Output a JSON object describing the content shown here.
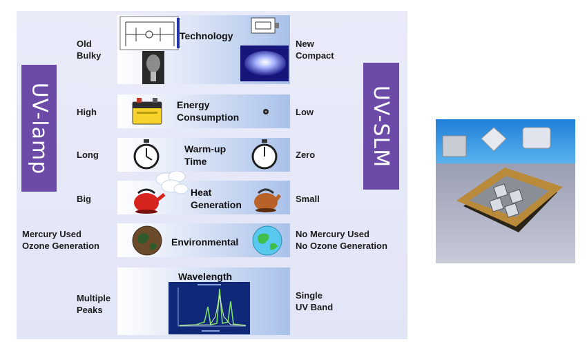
{
  "labels": {
    "left": "UV-lamp",
    "right": "UV-SLM"
  },
  "rows": [
    {
      "title": "Technology",
      "left": "Old\nBulky",
      "right": "New\nCompact",
      "left_icon": "circuit-and-lamp-icon",
      "right_icon": "compact-uv-module-icon"
    },
    {
      "title": "Energy\nConsumption",
      "left": "High",
      "right": "Low",
      "left_icon": "battery-icon",
      "right_icon": "small-dot-icon"
    },
    {
      "title": "Warm-up\nTime",
      "left": "Long",
      "right": "Zero",
      "left_icon": "stopwatch-icon",
      "right_icon": "stopwatch-icon"
    },
    {
      "title": "Heat\nGeneration",
      "left": "Big",
      "right": "Small",
      "left_icon": "red-kettle-steam-icon",
      "right_icon": "brown-kettle-icon"
    },
    {
      "title": "Environmental",
      "left": "Mercury Used\nOzone Generation",
      "right": "No Mercury Used\nNo Ozone Generation",
      "left_icon": "brown-globe-icon",
      "right_icon": "green-globe-icon"
    },
    {
      "title": "Wavelength",
      "left": "Multiple\nPeaks",
      "right": "Single\nUV Band",
      "left_icon": "spectrum-plot-icon",
      "right_icon": ""
    }
  ],
  "colors": {
    "label_bg": "#6b4aa8",
    "panel_bg": "#e6e8f8",
    "band_end": "#a9c1ea"
  },
  "product_photo": "uv-led-module-photo"
}
